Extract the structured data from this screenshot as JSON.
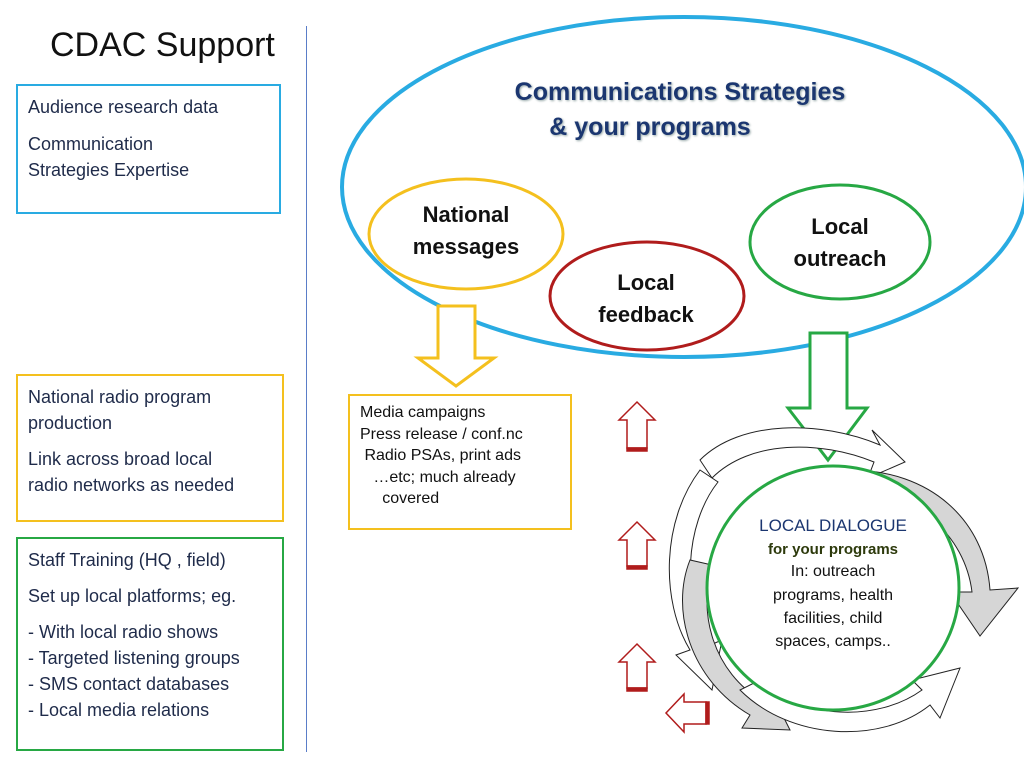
{
  "title": "CDAC Support",
  "left_boxes": {
    "research": {
      "line1": "Audience research data",
      "line2a": "Communication",
      "line2b": "Strategies Expertise"
    },
    "radio": {
      "line1a": "National radio program",
      "line1b": "production",
      "line2a": "Link across broad local",
      "line2b": "radio networks as needed"
    },
    "training": {
      "line1": "Staff Training (HQ , field)",
      "line2": "Set up local platforms; eg.",
      "bullets": [
        "- With local radio shows",
        "- Targeted listening groups",
        "- SMS contact databases",
        "- Local media relations"
      ]
    }
  },
  "strategies": {
    "title_line1": "Communications Strategies",
    "title_line2": "& your programs",
    "national": {
      "line1": "National",
      "line2": "messages"
    },
    "feedback": {
      "line1": "Local",
      "line2": "feedback"
    },
    "outreach": {
      "line1": "Local",
      "line2": "outreach"
    }
  },
  "media": {
    "lines": [
      "Media campaigns",
      "Press release /  conf.nc",
      " Radio PSAs, print ads",
      "   …etc; much already",
      "     covered"
    ]
  },
  "dialogue": {
    "title": "LOCAL DIALOGUE",
    "subtitle": "for your programs",
    "body": [
      "In: outreach",
      "programs, health",
      "facilities, child",
      "spaces, camps.."
    ]
  },
  "colors": {
    "blue": "#29abe2",
    "yellow": "#f4c01e",
    "green": "#27a844",
    "red": "#b01c1c",
    "navy": "#1b3670"
  }
}
